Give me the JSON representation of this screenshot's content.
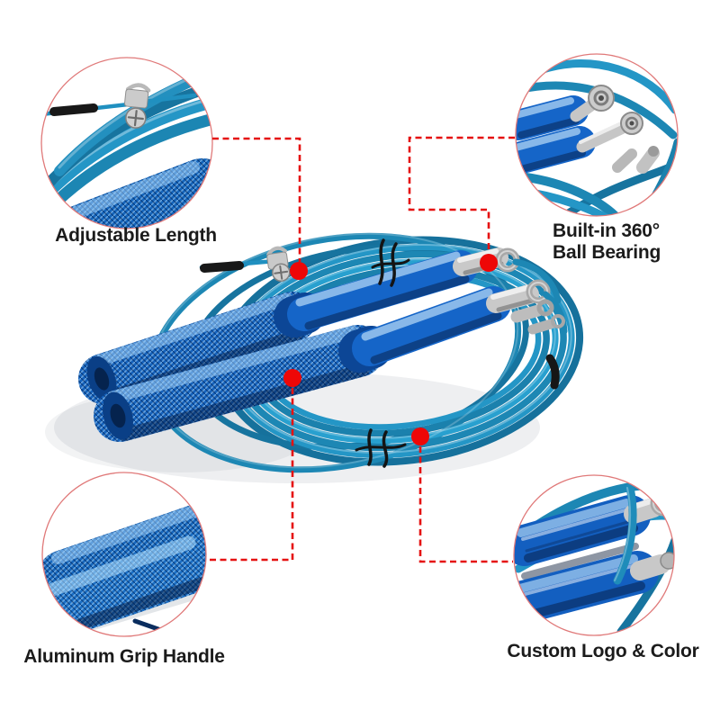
{
  "product": {
    "description": "blue speed jump rope with aluminum handles and coiled steel cable"
  },
  "callouts": {
    "adjustable_length": {
      "label": "Adjustable Length"
    },
    "ball_bearing": {
      "line1": "Built-in 360°",
      "line2": "Ball Bearing"
    },
    "grip_handle": {
      "label": "Aluminum Grip Handle"
    },
    "custom_logo": {
      "label": "Custom Logo & Color"
    }
  },
  "colors": {
    "accent_red": "#ee0707",
    "connector_red": "#e51212",
    "callout_circle_stroke": "#e07979",
    "cable_blue": "#1d87b4",
    "handle_blue": "#1565c8",
    "knurl_blue": "#1563be",
    "silver": "#c9c9c9",
    "black_parts": "#161616",
    "text": "#1b1b1b"
  }
}
